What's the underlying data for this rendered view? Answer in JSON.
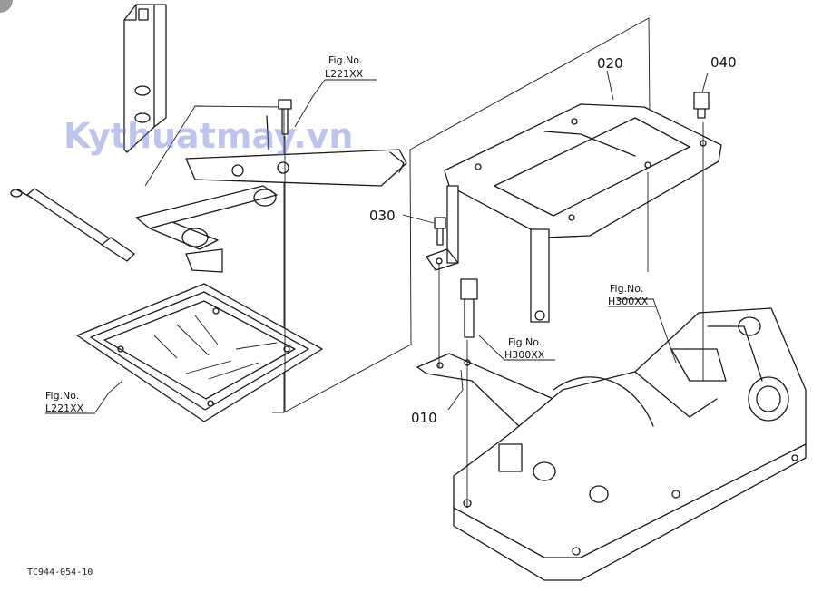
{
  "diagram": {
    "watermark": "Kythuatmay.vn",
    "drawing_code": "TC944-054-10",
    "part_numbers": {
      "p010": "010",
      "p020": "020",
      "p030": "030",
      "p040": "040"
    },
    "references": {
      "fig_label": "Fig.No.",
      "ref_top_left": "L221XX",
      "ref_bottom_left": "L221XX",
      "ref_center": "H300XX",
      "ref_right": "H300XX"
    },
    "colors": {
      "line": "#1a1a1a",
      "watermark": "#6f7fd6",
      "background": "#ffffff"
    }
  }
}
